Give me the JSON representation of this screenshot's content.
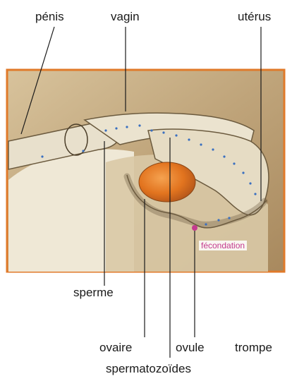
{
  "labels": {
    "penis": "pénis",
    "vagin": "vagin",
    "uterus": "utérus",
    "sperme": "sperme",
    "ovaire": "ovaire",
    "ovule": "ovule",
    "trompe": "trompe",
    "spermatozoides": "spermatozoïdes",
    "fecondation": "fécondation"
  },
  "colors": {
    "frame": "#e07a2a",
    "background": "#c9b089",
    "tissue": "#e6dcc4",
    "ovary_egg": "#e2741f",
    "sperm_cells": "#3a6fc0",
    "fertilization": "#c43a8f"
  }
}
